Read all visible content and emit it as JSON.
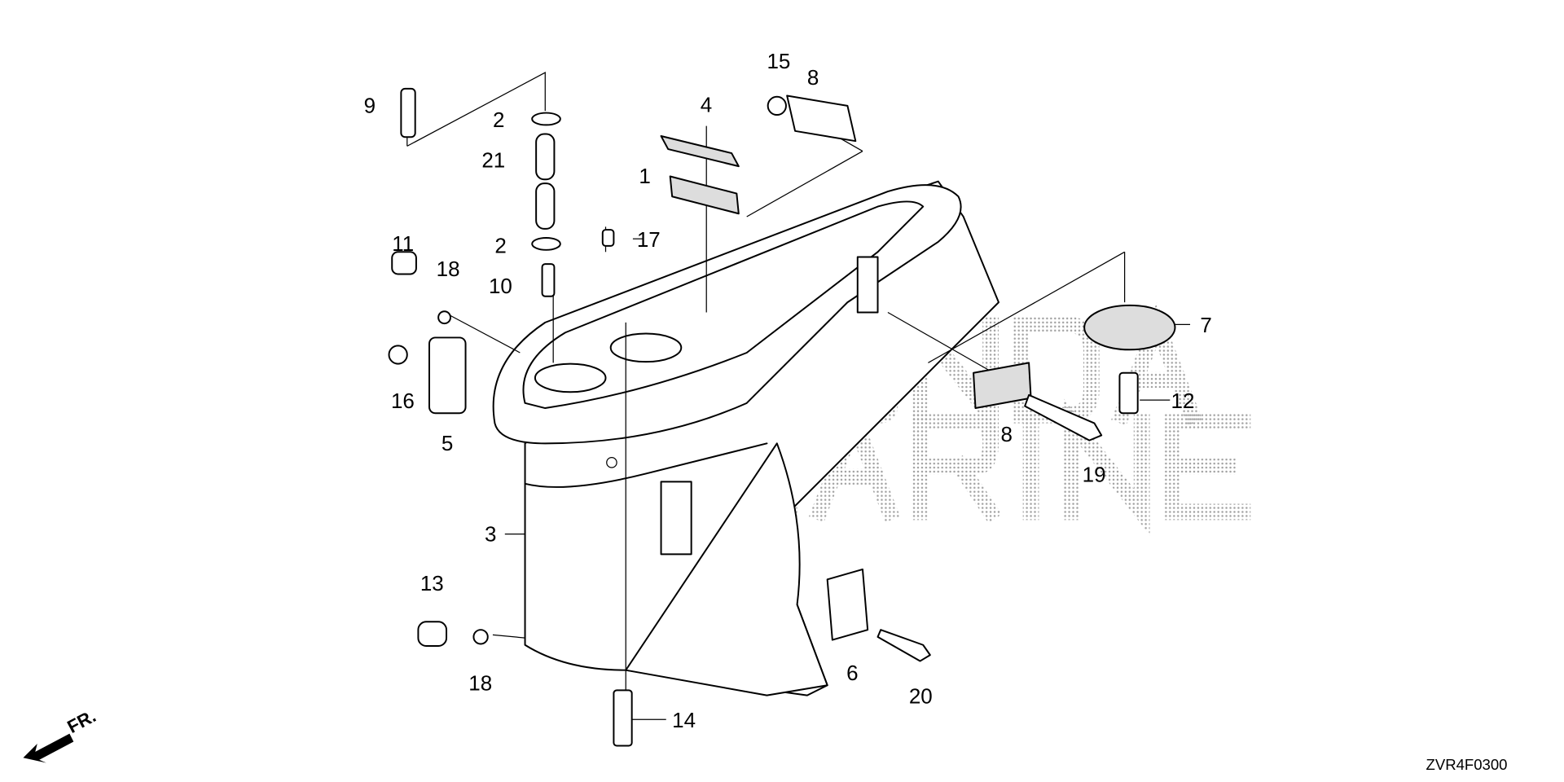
{
  "diagram": {
    "code": "ZVR4F0300",
    "front_indicator": "FR.",
    "watermark": "HONDA MARINE",
    "callouts": [
      {
        "id": "c9",
        "label": "9"
      },
      {
        "id": "c2a",
        "label": "2"
      },
      {
        "id": "c21",
        "label": "21"
      },
      {
        "id": "c4",
        "label": "4"
      },
      {
        "id": "c1",
        "label": "1"
      },
      {
        "id": "c15",
        "label": "15"
      },
      {
        "id": "c8a",
        "label": "8"
      },
      {
        "id": "c2b",
        "label": "2"
      },
      {
        "id": "c17",
        "label": "17"
      },
      {
        "id": "c11",
        "label": "11"
      },
      {
        "id": "c18a",
        "label": "18"
      },
      {
        "id": "c10",
        "label": "10"
      },
      {
        "id": "c7",
        "label": "7"
      },
      {
        "id": "c16",
        "label": "16"
      },
      {
        "id": "c5",
        "label": "5"
      },
      {
        "id": "c12",
        "label": "12"
      },
      {
        "id": "c8b",
        "label": "8"
      },
      {
        "id": "c19",
        "label": "19"
      },
      {
        "id": "c3",
        "label": "3"
      },
      {
        "id": "c13",
        "label": "13"
      },
      {
        "id": "c18b",
        "label": "18"
      },
      {
        "id": "c6",
        "label": "6"
      },
      {
        "id": "c20",
        "label": "20"
      },
      {
        "id": "c14",
        "label": "14"
      }
    ]
  }
}
